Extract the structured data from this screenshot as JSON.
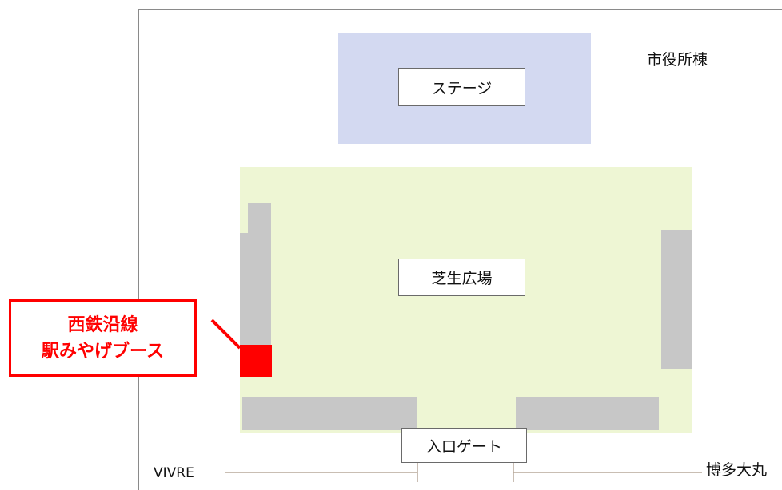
{
  "map": {
    "city_hall_label": "市役所棟",
    "stage_label": "ステージ",
    "lawn_label": "芝生広場",
    "gate_label": "入口ゲート",
    "left_building_label": "VIVRE",
    "right_building_label": "博多大丸"
  },
  "callout": {
    "line1": "西鉄沿線",
    "line2": "駅みやげブース",
    "color": "#ff0000"
  },
  "colors": {
    "stage_fill": "#d3d9f1",
    "lawn_fill": "#eef6d4",
    "booth_fill": "#c7c7c7",
    "highlight_booth_fill": "#ff0000"
  }
}
